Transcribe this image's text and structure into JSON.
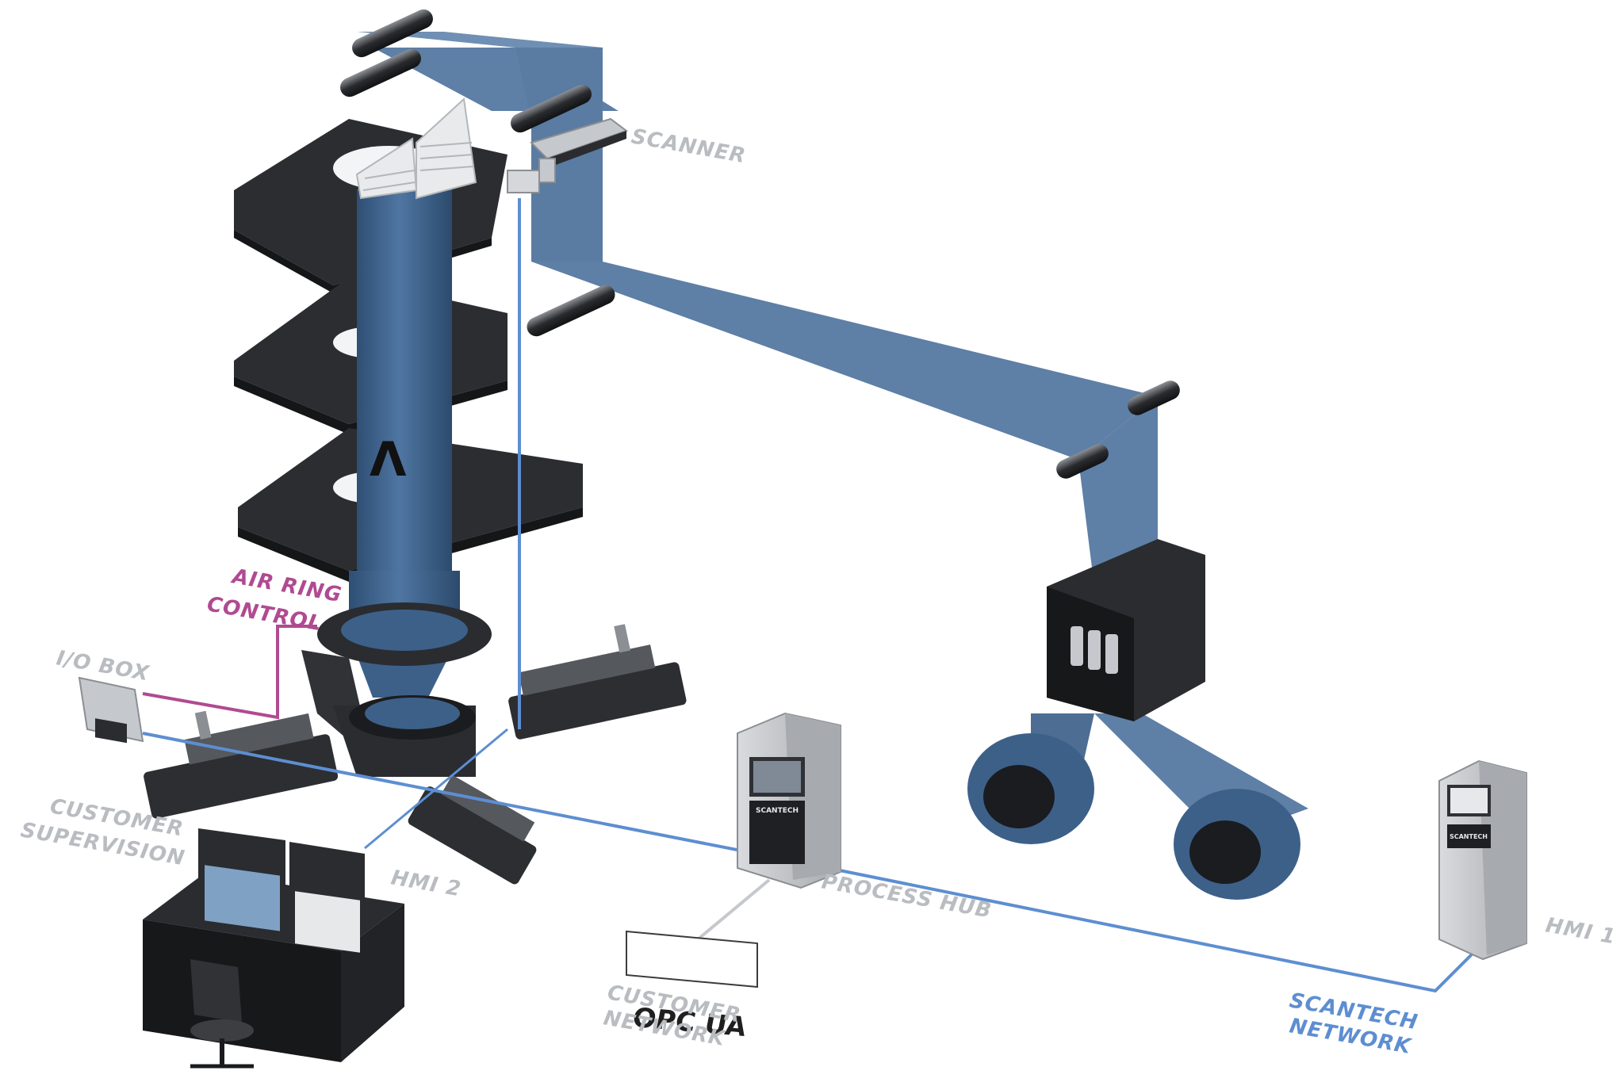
{
  "labels": {
    "scanner": "SCANNER",
    "air_ring_line1": "AIR RING",
    "air_ring_line2": "CONTROL",
    "io_box": "I/O BOX",
    "customer_supervision_line1": "CUSTOMER",
    "customer_supervision_line2": "SUPERVISION",
    "hmi2": "HMI 2",
    "process_hub": "PROCESS HUB",
    "customer_network_line1": "CUSTOMER",
    "customer_network_line2": "NETWORK",
    "hmi1": "HMI 1",
    "scantech_network_line1": "SCANTECH",
    "scantech_network_line2": "NETWORK"
  },
  "badges": {
    "opc_ua": "OPC UA",
    "scantech_brand": "SCANTECH",
    "tower_mark": "Λ"
  },
  "colors": {
    "film_blue": "#5e7fa6",
    "tower_blue": "#44688f",
    "network_blue": "#5d8ed1",
    "air_ring_magenta": "#b04a91",
    "platform_dark": "#2b2d31",
    "cabinet_grey": "#c5c8cc",
    "label_grey": "#b9bcc0"
  },
  "icons": [
    "blown-film-tower",
    "scanner-unit",
    "io-box",
    "process-hub-cabinet",
    "hmi-cabinet",
    "extruder",
    "winder",
    "operator-desk",
    "office-chair",
    "monitor"
  ]
}
